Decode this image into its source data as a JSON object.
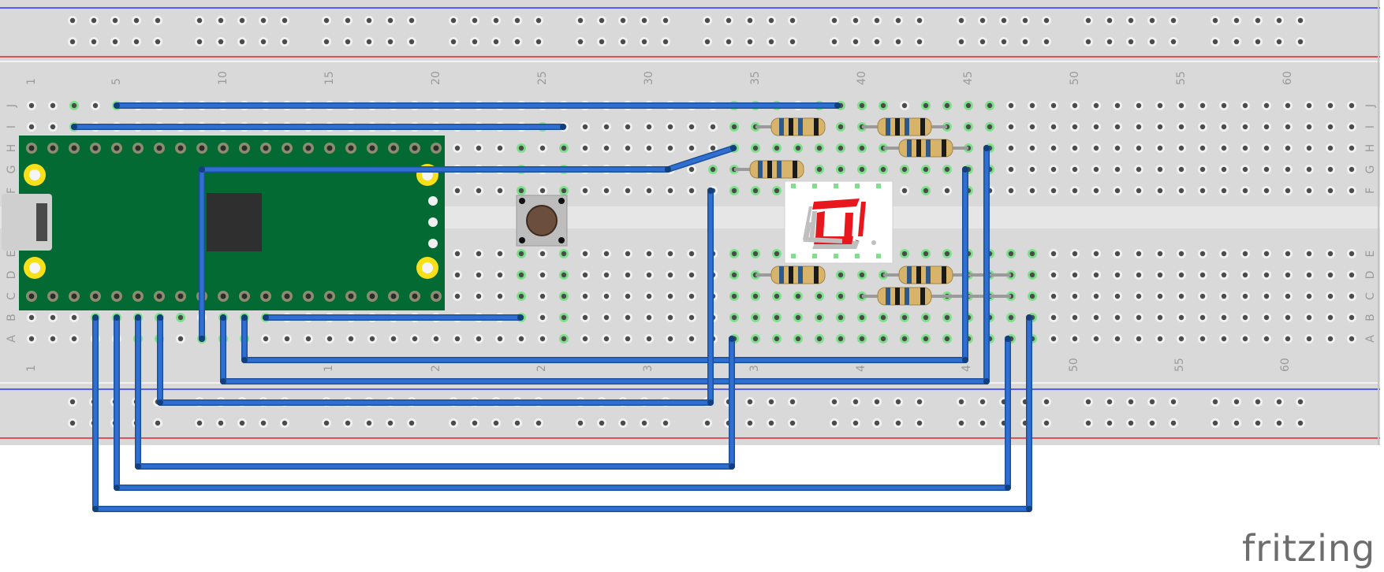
{
  "app": {
    "brand": "fritzing"
  },
  "colors": {
    "breadboard": "#d9d9d9",
    "rail_blue": "#2a35ff",
    "rail_red": "#e3262b",
    "hole": "#4b4b4b",
    "hole_ring": "#f2f2f2",
    "highlight": "#7ee08a",
    "wire": "#2f6fd1",
    "wire_edge": "#1b4f9a",
    "board": "#036a33",
    "pin_ring": "#f7e017",
    "chip": "#2f2f2f",
    "resistor_body": "#d8b36a",
    "segment_on": "#e8171d",
    "segment_off": "#bfbfbf"
  },
  "column_numbers": [
    "1",
    "5",
    "10",
    "15",
    "20",
    "25",
    "30",
    "35",
    "40",
    "45",
    "50",
    "55",
    "60"
  ],
  "bottom_partial_numbers": [
    "1",
    "1",
    "2",
    "2",
    "3",
    "3",
    "4",
    "4",
    "50",
    "55",
    "60"
  ],
  "row_letters_top": [
    "J",
    "I",
    "H",
    "G",
    "F"
  ],
  "row_letters_bottom": [
    "E",
    "D",
    "C",
    "B",
    "A"
  ],
  "display": {
    "digit_shown": "0"
  },
  "button": {
    "label": ""
  }
}
